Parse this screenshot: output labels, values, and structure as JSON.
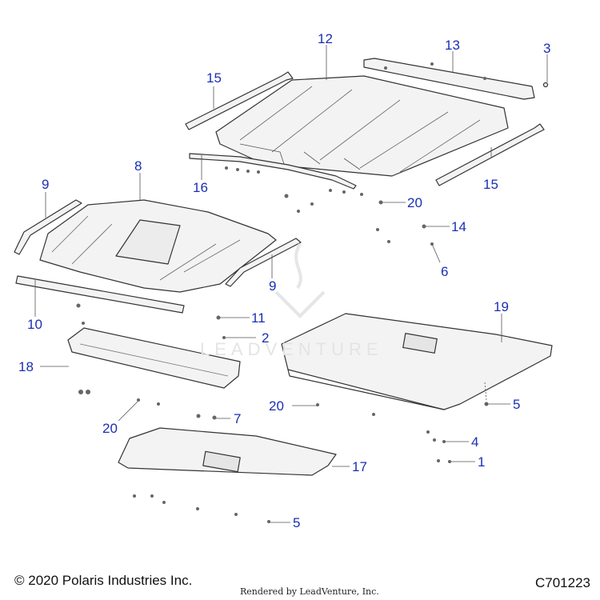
{
  "diagram": {
    "callouts": [
      {
        "id": "c12",
        "text": "12"
      },
      {
        "id": "c13",
        "text": "13"
      },
      {
        "id": "c3",
        "text": "3"
      },
      {
        "id": "c15a",
        "text": "15"
      },
      {
        "id": "c15b",
        "text": "15"
      },
      {
        "id": "c16",
        "text": "16"
      },
      {
        "id": "c8",
        "text": "8"
      },
      {
        "id": "c9a",
        "text": "9"
      },
      {
        "id": "c9b",
        "text": "9"
      },
      {
        "id": "c10",
        "text": "10"
      },
      {
        "id": "c20a",
        "text": "20"
      },
      {
        "id": "c14",
        "text": "14"
      },
      {
        "id": "c6",
        "text": "6"
      },
      {
        "id": "c11",
        "text": "11"
      },
      {
        "id": "c2",
        "text": "2"
      },
      {
        "id": "c19",
        "text": "19"
      },
      {
        "id": "c18",
        "text": "18"
      },
      {
        "id": "c20b",
        "text": "20"
      },
      {
        "id": "c5a",
        "text": "5"
      },
      {
        "id": "c20c",
        "text": "20"
      },
      {
        "id": "c7",
        "text": "7"
      },
      {
        "id": "c4",
        "text": "4"
      },
      {
        "id": "c1",
        "text": "1"
      },
      {
        "id": "c17",
        "text": "17"
      },
      {
        "id": "c5b",
        "text": "5"
      }
    ]
  },
  "watermark": "LEADVENTURE",
  "footer": {
    "copyright": "© 2020 Polaris Industries Inc.",
    "rendered_by": "Rendered by LeadVenture, Inc.",
    "diagram_id": "C701223"
  },
  "colors": {
    "callout": "#1a2fb5",
    "line": "#333333",
    "part_fill": "#f3f3f3"
  }
}
